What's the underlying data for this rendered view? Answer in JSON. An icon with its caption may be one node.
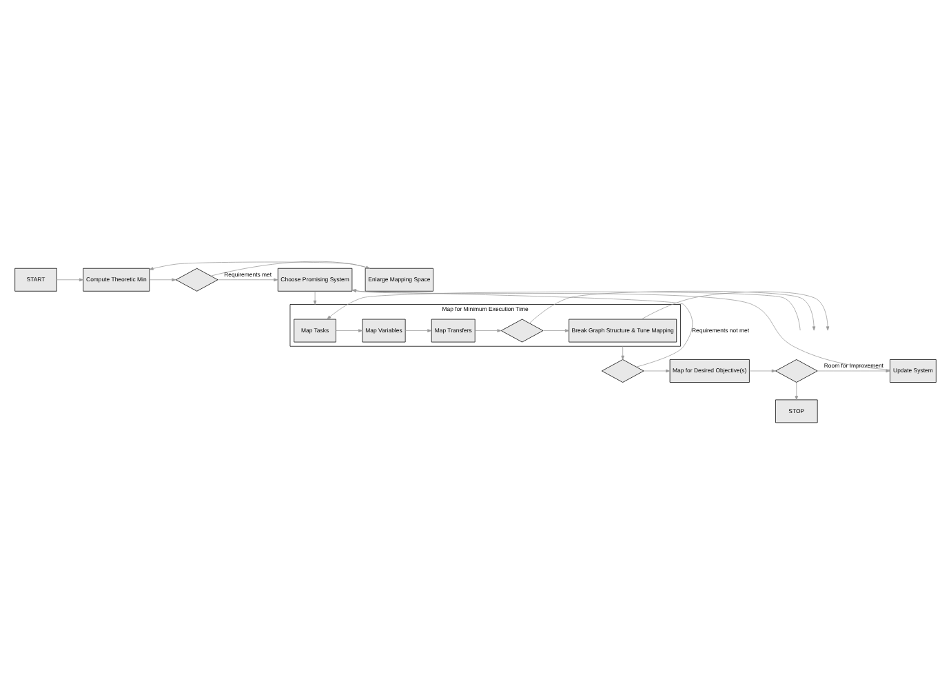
{
  "diagram": {
    "nodes": [
      {
        "text": [
          "START"
        ]
      },
      {
        "text": [
          "Compute Theoretic Min"
        ]
      },
      {
        "text": [],
        "shape": "diamond"
      },
      {
        "text": [
          "Enlarge Mapping Space"
        ]
      },
      {
        "text": [
          "Choose Promising System"
        ]
      },
      {
        "text": [
          "Map for Minimum Execution Time"
        ]
      },
      {
        "text": [
          "Map Tasks"
        ],
        "in": 5
      },
      {
        "text": [
          "Map Variables"
        ],
        "in": 5
      },
      {
        "text": [
          "Map Transfers"
        ],
        "in": 5
      },
      {
        "text": [],
        "shape": "diamond",
        "in": 5
      },
      {
        "text": [
          "Break Graph Structure & Tune Mapping"
        ],
        "in": 5
      },
      {
        "text": [],
        "shape": "diamond"
      },
      {
        "text": [
          "Map for Desired Objective(s)"
        ]
      },
      {
        "text": [],
        "shape": "diamond"
      },
      {
        "text": [
          "Update System"
        ]
      },
      {
        "text": [
          "STOP"
        ]
      }
    ],
    "edges": [
      {
        "from": 0,
        "to": 1,
        "arrow": "to"
      },
      {
        "from": 1,
        "to": 2,
        "arrow": "to"
      },
      {
        "from": 2,
        "to": 3,
        "arrow": "to"
      },
      {
        "from": 2,
        "to": 4,
        "arrow": "to",
        "label": "Requirements met"
      },
      {
        "from": 3,
        "to": 1,
        "arrow": "to"
      },
      {
        "from": 4,
        "to": 5,
        "arrow": "to"
      },
      {
        "from": null,
        "to": 6,
        "arrow": "to"
      },
      {
        "from": 6,
        "to": 7,
        "arrow": "to"
      },
      {
        "from": 7,
        "to": 8,
        "arrow": "to"
      },
      {
        "from": 8,
        "to": 9,
        "arrow": "to"
      },
      {
        "from": 9,
        "to": 10,
        "arrow": "to"
      },
      {
        "from": 9,
        "to": null,
        "arrow": "to"
      },
      {
        "from": 10,
        "to": null,
        "arrow": "to"
      },
      {
        "from": 5,
        "to": 11,
        "arrow": "to"
      },
      {
        "from": 11,
        "to": 12,
        "arrow": "to"
      },
      {
        "from": 12,
        "to": 13,
        "arrow": "to"
      },
      {
        "from": 13,
        "to": 14,
        "arrow": "to",
        "label": "Room for Improvement"
      },
      {
        "from": 13,
        "to": 15,
        "arrow": "to"
      },
      {
        "from": 14,
        "to": 4,
        "arrow": "to"
      },
      {
        "from": 11,
        "to": 4,
        "arrow": "to",
        "label": "Requirements not met"
      }
    ]
  }
}
